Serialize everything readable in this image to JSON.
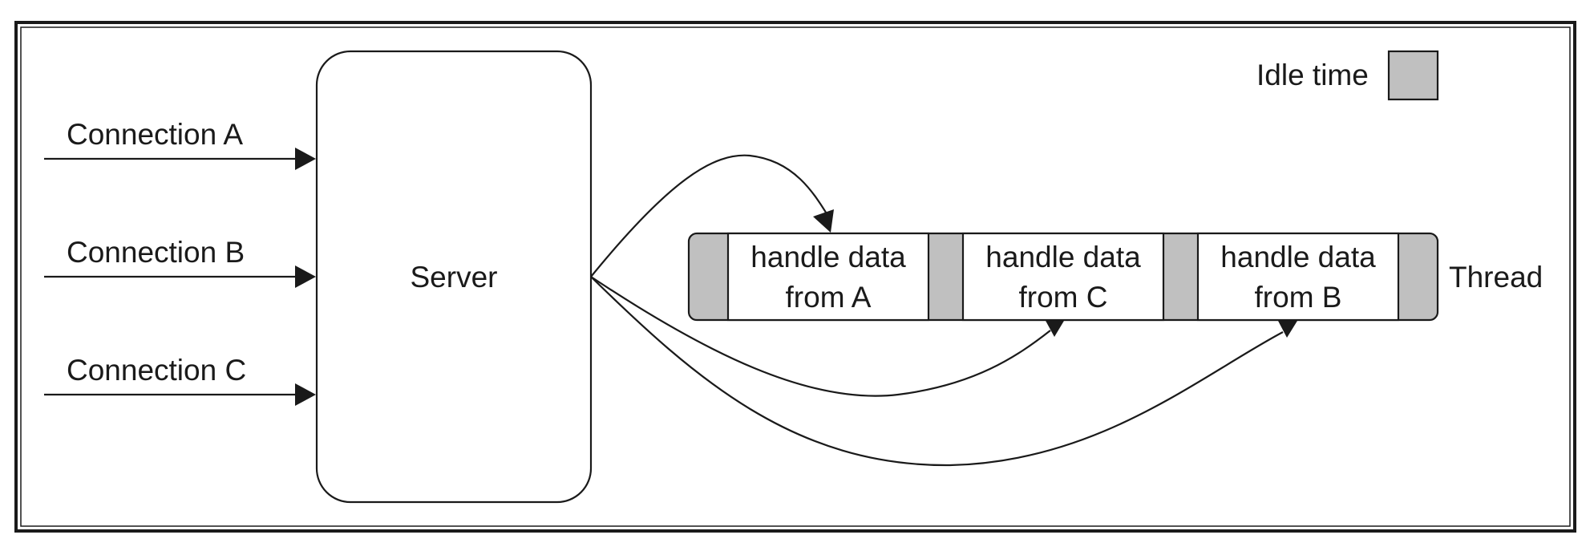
{
  "connections": [
    {
      "label": "Connection A"
    },
    {
      "label": "Connection B"
    },
    {
      "label": "Connection C"
    }
  ],
  "server": {
    "label": "Server"
  },
  "thread": {
    "label": "Thread",
    "segments": [
      {
        "line1": "handle data",
        "line2": "from A"
      },
      {
        "line1": "handle data",
        "line2": "from C"
      },
      {
        "line1": "handle data",
        "line2": "from B"
      }
    ]
  },
  "legend": {
    "label": "Idle time"
  },
  "colors": {
    "idle": "#c0c0c0",
    "stroke": "#1a1a1a",
    "background": "#ffffff"
  }
}
